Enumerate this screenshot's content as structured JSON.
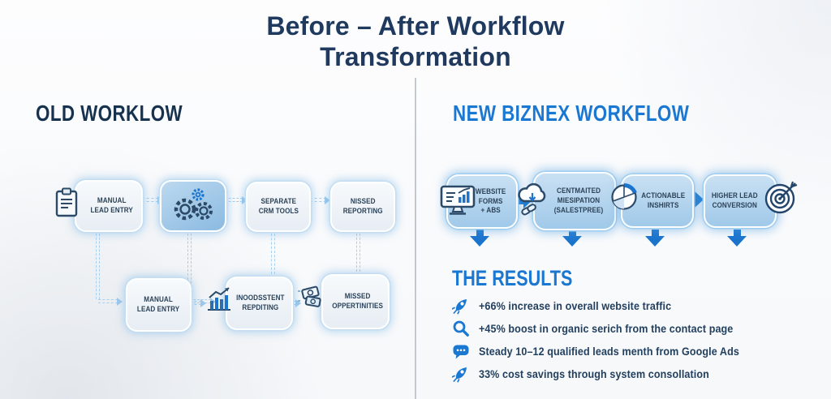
{
  "title": "Before – After Workflow\nTransformation",
  "left": {
    "heading": "OLD WORKLOW",
    "boxes": [
      {
        "label": "MANUAL\nLEAD ENTRY",
        "icon": "clipboard-icon"
      },
      {
        "label": "",
        "icon": "gears-icon"
      },
      {
        "label": "SEPARATE\nCRM TOOLS",
        "icon": null
      },
      {
        "label": "NISSED\nREPORTING",
        "icon": null
      },
      {
        "label": "MANUAL\nLEAD ENTRY",
        "icon": null
      },
      {
        "label": "INOODSSTENT\nREPDITING",
        "icon": "bar-chart-icon"
      },
      {
        "label": "MISSED\nOPPERTINITIES",
        "icon": "money-icon"
      }
    ]
  },
  "right": {
    "heading": "NEW BIZNEX WORKFLOW",
    "boxes": [
      {
        "label": "WEBSITE\nFORMS\n+ ABS",
        "icon": "monitor-icon"
      },
      {
        "label": "CENTMAITED\nMIESIPATION\n(SALESTPREE)",
        "icon": "cloud-sync-icon"
      },
      {
        "label": "ACTIONABLE\nINSHIRTS",
        "icon": "pie-chart-icon"
      },
      {
        "label": "HIGHER LEAD\nCONVERSION",
        "icon": "target-icon"
      }
    ],
    "results": {
      "heading": "THE RESULTS",
      "items": [
        {
          "icon": "rocket-icon",
          "text": "+66% increase in overall website traffic"
        },
        {
          "icon": "search-icon",
          "text": "+45% boost in organic serich from the contact page"
        },
        {
          "icon": "chat-icon",
          "text": "Steady 10–12 qualified leads menth from Google Ads"
        },
        {
          "icon": "rocket-icon",
          "text": "33% cost savings through system consollation"
        }
      ]
    }
  },
  "colors": {
    "title_navy": "#1f3a5e",
    "accent_blue": "#1a78d2",
    "solid_arrow_blue": "#1b74cd",
    "dashed_connector": "#a7cfee",
    "old_box_fill": "#eef3f8",
    "new_box_fill": "#aed2ec",
    "box_text_navy": "#2b4258"
  }
}
